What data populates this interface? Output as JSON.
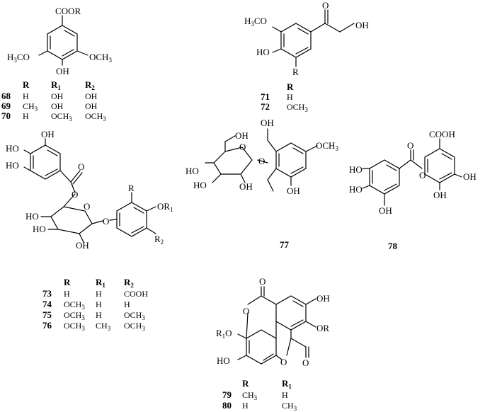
{
  "structures": {
    "s68": {
      "atoms": {
        "coor": "COOR",
        "ome_left": "H3CO",
        "ome_right": "OCH3",
        "oh": "OH"
      },
      "table": {
        "headers": [
          "R",
          "R1",
          "R2"
        ],
        "rows": [
          {
            "num": "68",
            "cells": [
              "H",
              "OH",
              "OH"
            ]
          },
          {
            "num": "69",
            "cells": [
              "CH3",
              "OH",
              "OH"
            ]
          },
          {
            "num": "70",
            "cells": [
              "H",
              "OCH3",
              "OCH3"
            ]
          }
        ]
      }
    },
    "s71": {
      "atoms": {
        "o": "O",
        "ome": "H3CO",
        "oh_chain": "OH",
        "ho": "HO",
        "r": "R"
      },
      "table": {
        "headers": [
          "R"
        ],
        "rows": [
          {
            "num": "71",
            "cells": [
              "H"
            ]
          },
          {
            "num": "72",
            "cells": [
              "OCH3"
            ]
          }
        ]
      }
    },
    "s73": {
      "atoms": {
        "oh_top": "OH",
        "ho_1": "HO",
        "ho_2": "HO",
        "o_carbonyl": "O",
        "o_ester": "O",
        "ho_3": "HO",
        "ho_4": "HO",
        "oh_5": "OH",
        "o_ring": "O",
        "o_link": "O",
        "r": "R",
        "or1": "OR1",
        "r2": "R2"
      },
      "table": {
        "headers": [
          "R",
          "R1",
          "R2"
        ],
        "rows": [
          {
            "num": "73",
            "cells": [
              "H",
              "H",
              "COOH"
            ]
          },
          {
            "num": "74",
            "cells": [
              "OCH3",
              "H",
              "H"
            ]
          },
          {
            "num": "75",
            "cells": [
              "OCH3",
              "H",
              "OCH3"
            ]
          },
          {
            "num": "76",
            "cells": [
              "OCH3",
              "CH3",
              "OCH3"
            ]
          }
        ]
      }
    },
    "s77": {
      "atoms": {
        "oh_top": "OH",
        "ome": "OCH3",
        "oh_c6": "OH",
        "ho_1": "HO",
        "ho_2": "HO",
        "oh_3": "OH",
        "o_ring": "O",
        "o_link": "O",
        "oh_bottom": "OH"
      },
      "num": "77"
    },
    "s78": {
      "atoms": {
        "cooh": "COOH",
        "o_carbonyl": "O",
        "o_ester": "O",
        "ho_1": "HO",
        "ho_2": "HO",
        "oh_3": "OH",
        "oh_4": "OH",
        "oh_right": "OH"
      },
      "num": "78"
    },
    "s79": {
      "atoms": {
        "o_top": "O",
        "oh_right": "OH",
        "o_ring1": "O",
        "or": "OR",
        "r1o": "R1O",
        "ho": "HO",
        "o_ring2": "O",
        "o_bottom": "O"
      },
      "table": {
        "headers": [
          "R",
          "R1"
        ],
        "rows": [
          {
            "num": "79",
            "cells": [
              "CH3",
              "H"
            ]
          },
          {
            "num": "80",
            "cells": [
              "H",
              "CH3"
            ]
          }
        ]
      }
    }
  }
}
